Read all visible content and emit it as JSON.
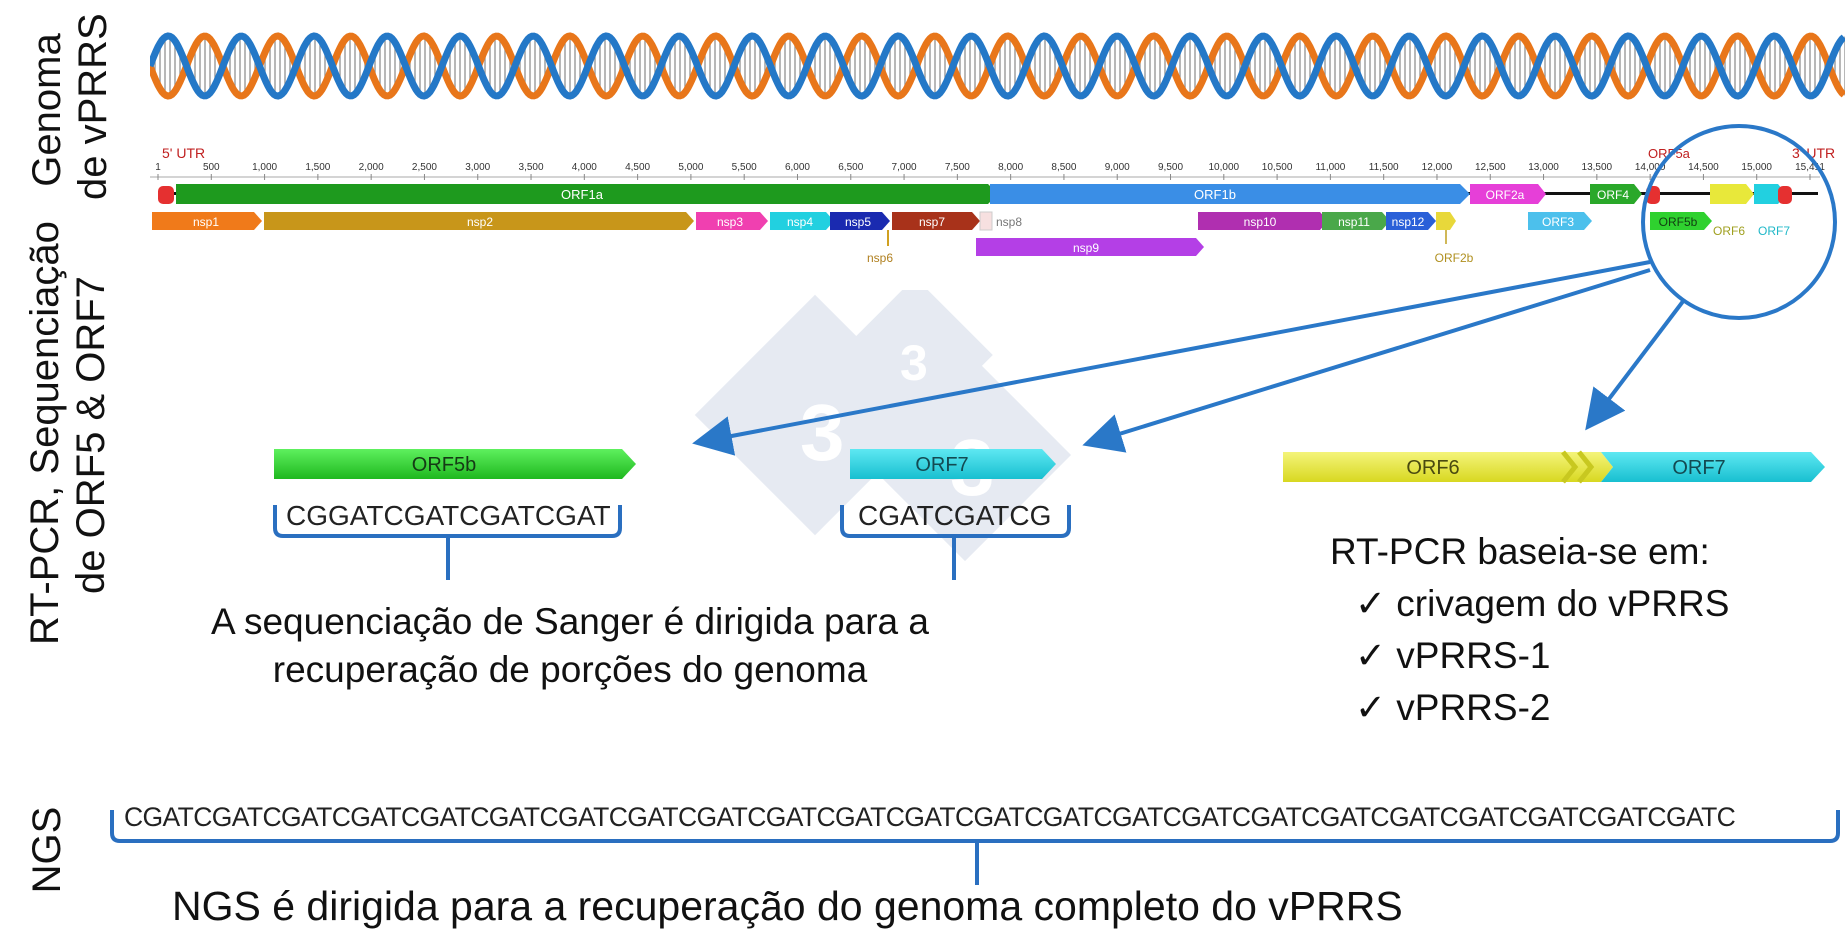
{
  "side_labels": {
    "genome_line1": "Genoma",
    "genome_line2": "de vPRRS",
    "rtpcr_line1": "RT-PCR, Sequenciação",
    "rtpcr_line2": "de ORF5 & ORF7",
    "ngs": "NGS"
  },
  "genome_map": {
    "utr5": "5' UTR",
    "utr3": "3' UTR",
    "orf5a": "ORF5a",
    "ticks": [
      "1",
      "500",
      "1,000",
      "1,500",
      "2,000",
      "2,500",
      "3,000",
      "3,500",
      "4,000",
      "4,500",
      "5,000",
      "5,500",
      "6,000",
      "6,500",
      "7,000",
      "7,500",
      "8,000",
      "8,500",
      "9,000",
      "9,500",
      "10,000",
      "10,500",
      "11,000",
      "11,500",
      "12,000",
      "12,500",
      "13,000",
      "13,500",
      "14,000",
      "14,500",
      "15,000",
      "15,411"
    ],
    "orfs": {
      "orf1a": "ORF1a",
      "orf1b": "ORF1b",
      "orf2a": "ORF2a",
      "orf4": "ORF4",
      "orf3": "ORF3",
      "orf5b": "ORF5b",
      "orf6": "ORF6",
      "orf7": "ORF7",
      "orf2b": "ORF2b"
    },
    "nsps": {
      "nsp1": "nsp1",
      "nsp2": "nsp2",
      "nsp3": "nsp3",
      "nsp4": "nsp4",
      "nsp5": "nsp5",
      "nsp6": "nsp6",
      "nsp7": "nsp7",
      "nsp8": "nsp8",
      "nsp9": "nsp9",
      "nsp10": "nsp10",
      "nsp11": "nsp11",
      "nsp12": "nsp12"
    }
  },
  "zoom": {
    "orf5b_label": "ORF5b",
    "orf5b_seq": "CGGATCGATCGATCGAT",
    "orf7_label": "ORF7",
    "orf7_seq": "CGATCGATCG",
    "orf6_label": "ORF6",
    "orf7b_label": "ORF7"
  },
  "texts": {
    "sanger_line1": "A sequenciação de Sanger é dirigida para a",
    "sanger_line2": "recuperação de porções do genoma",
    "rtpcr_title": "RT-PCR baseia-se em:",
    "rtpcr_items": [
      "✓ crivagem do vPRRS",
      "✓  vPRRS-1",
      "✓  vPRRS-2"
    ],
    "ngs_seq": "CGATCGATCGATCGATCGATCGATCGATCGATCGATCGATCGATCGATCGATCGATCGATCGATCGATCGATCGATCGATCGATCGATCGATC",
    "ngs_caption": "NGS é dirigida para a recuperação do genoma completo do vPRRS"
  },
  "watermark": [
    "3",
    "3",
    "3"
  ],
  "colors": {
    "helix_a": "#e8761a",
    "helix_b": "#2478c7",
    "arrow": "#2a78c8",
    "bracket": "#2a6fc0",
    "orf1a": "#1e9a1e",
    "orf1b": "#3a8ee6",
    "orf2a": "#e63fd8",
    "green": "#2fd12f",
    "cyan": "#22d0e0",
    "yellow": "#e8e83a",
    "nsp9": "#b43fe6",
    "nsp10": "#b02fb0"
  }
}
